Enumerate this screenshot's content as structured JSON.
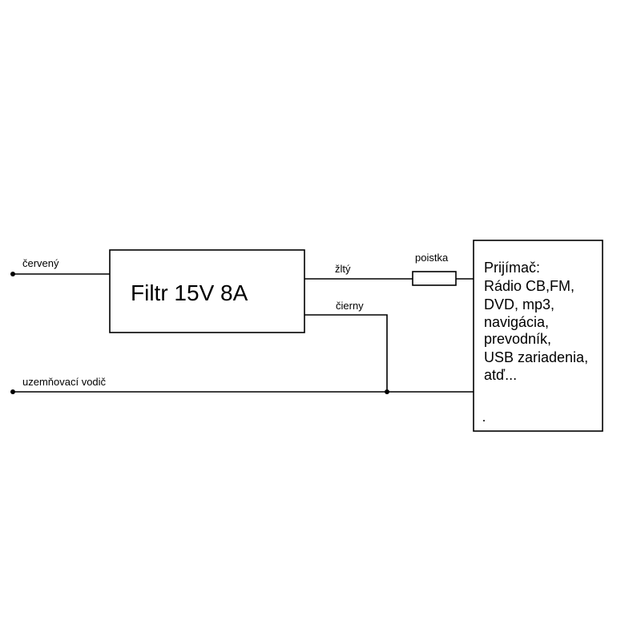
{
  "labels": {
    "red_wire": "červený",
    "ground_wire": "uzemňovací vodič",
    "yellow_wire": "žltý",
    "black_wire": "čierny",
    "fuse": "poistka"
  },
  "filter": {
    "title": "Filtr 15V 8A"
  },
  "receiver": {
    "lines": [
      "Prijímač:",
      "Rádio CB,FM,",
      "DVD, mp3,",
      "navigácia,",
      "prevodník,",
      "USB zariadenia,",
      "atď..."
    ]
  },
  "colors": {
    "line": "#000000",
    "background": "#ffffff"
  }
}
